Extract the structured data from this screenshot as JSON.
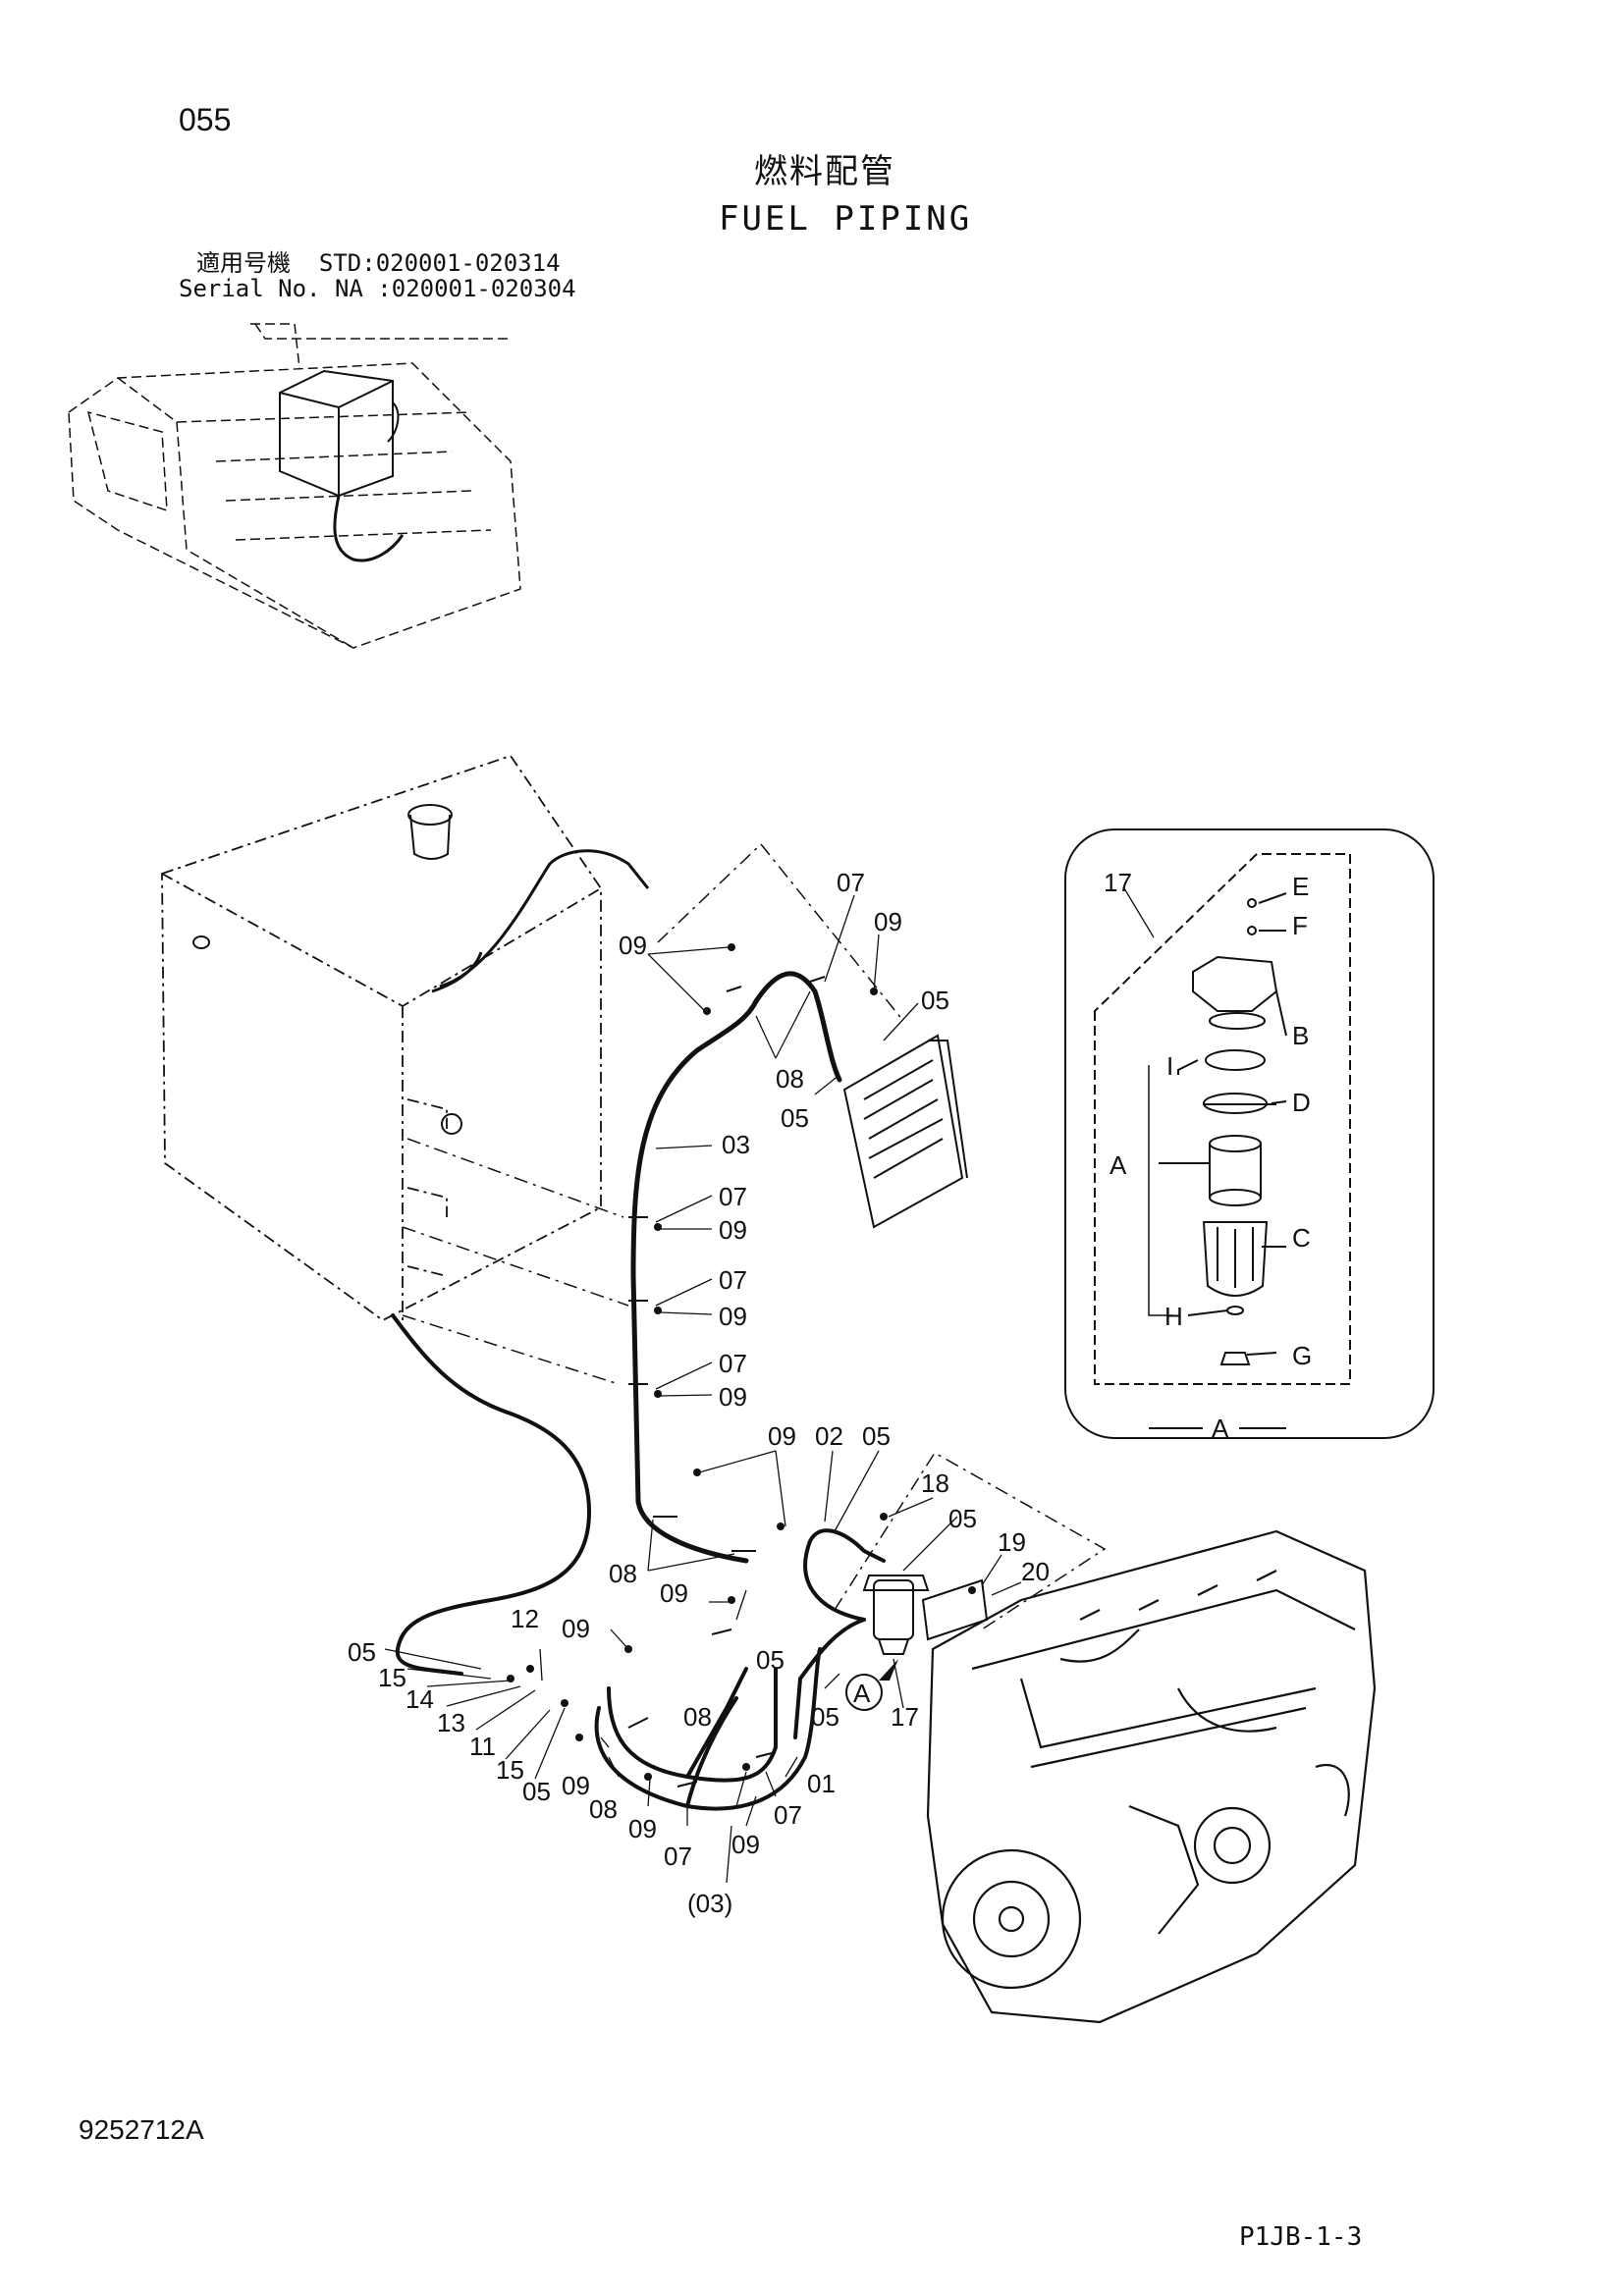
{
  "header": {
    "page_number": "055",
    "title_jp": "燃料配管",
    "title_en": "FUEL PIPING",
    "serial_line_1": "適用号機  STD:020001-020314",
    "serial_line_2": "Serial No. NA :020001-020304"
  },
  "footer": {
    "document_id": "9252712A",
    "page_code": "P1JB-1-3"
  },
  "callouts": {
    "c01": "09",
    "c02": "07",
    "c03": "09",
    "c04": "05",
    "c05": "08",
    "c06": "05",
    "c07": "03",
    "c08": "07",
    "c09": "09",
    "c10": "07",
    "c11": "09",
    "c12": "07",
    "c13": "09",
    "c14": "09",
    "c15": "02",
    "c16": "05",
    "c17": "18",
    "c18": "05",
    "c19": "19",
    "c20": "20",
    "c21": "08",
    "c22": "09",
    "c23": "12",
    "c24": "09",
    "c25": "05",
    "c26": "05",
    "c27": "15",
    "c28": "14",
    "c29": "13",
    "c30": "11",
    "c31": "15",
    "c32": "05",
    "c33": "09",
    "c34": "08",
    "c35": "08",
    "c36": "05",
    "c37": "17",
    "c38": "01",
    "c39": "07",
    "c40": "09",
    "c41": "09",
    "c42": "07",
    "c43": "(03)",
    "c44": "A"
  },
  "detail_a": {
    "part_no": "17",
    "view_label": "A",
    "labels": {
      "e": "E",
      "f": "F",
      "b": "B",
      "i": "I",
      "d": "D",
      "a": "A",
      "c": "C",
      "h": "H",
      "g": "G"
    }
  }
}
